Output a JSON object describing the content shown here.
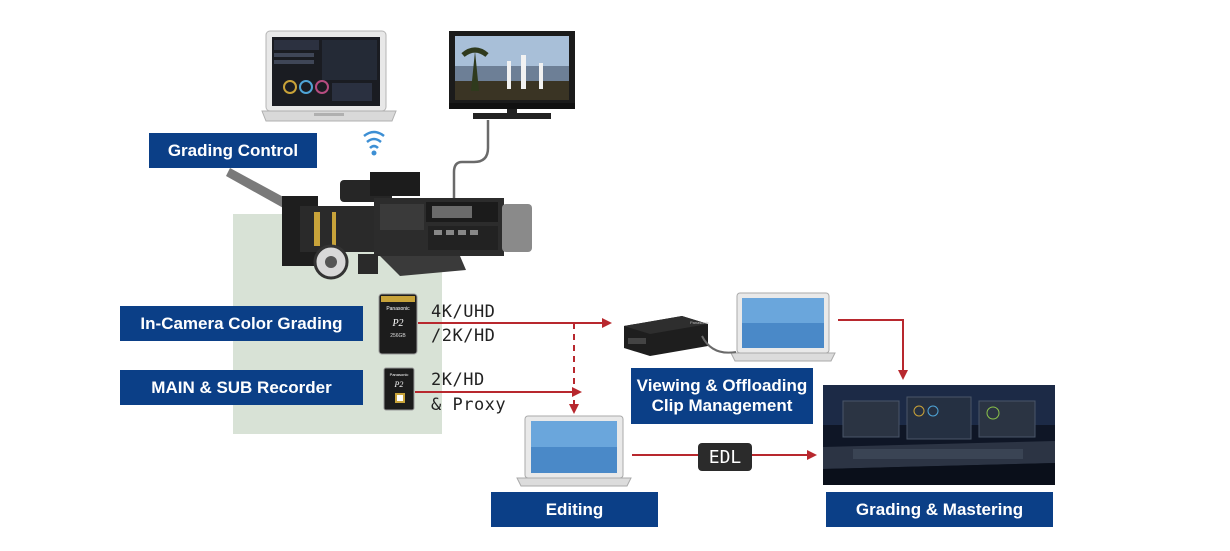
{
  "labels": {
    "grading_control": "Grading Control",
    "in_camera_color_grading": "In-Camera Color Grading",
    "main_sub_recorder": "MAIN & SUB Recorder",
    "viewing_offloading_line1": "Viewing & Offloading",
    "viewing_offloading_line2": "Clip Management",
    "editing": "Editing",
    "grading_mastering": "Grading & Mastering"
  },
  "flow": {
    "card1_line1": "4K/UHD",
    "card1_line2": "/2K/HD",
    "card2_line1": "2K/HD",
    "card2_line2": "& Proxy",
    "edl": "EDL"
  },
  "device_text": {
    "card1_brand": "Panasonic",
    "card1_logo": "P2",
    "card1_capacity": "256GB",
    "card2_brand": "Panasonic",
    "card2_logo": "P2",
    "reader_brand": "Panasonic"
  },
  "colors": {
    "label_bg": "#0b3f87",
    "arrow_red": "#b8282e",
    "panel_bg": "#d8e2d6"
  },
  "icons": {
    "wireless": "wireless-signal-icon"
  }
}
